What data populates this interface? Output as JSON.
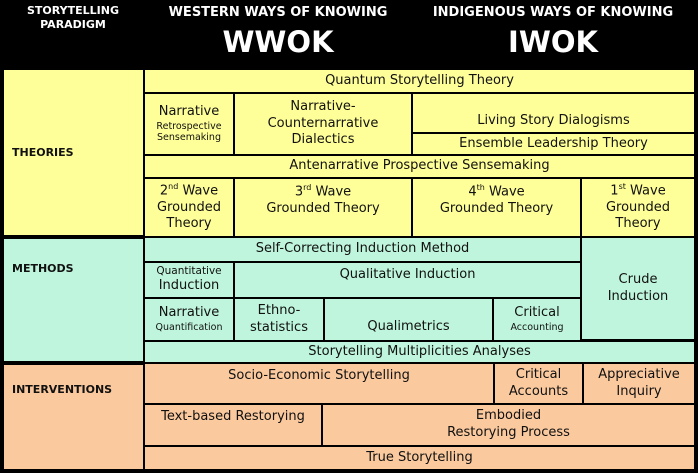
{
  "header": {
    "paradigm_line1": "STORYTELLING",
    "paradigm_line2": "PARADIGM",
    "wwok_full": "WESTERN WAYS OF KNOWING",
    "wwok_abbr": "WWOK",
    "iwok_full": "INDIGENOUS WAYS OF KNOWING",
    "iwok_abbr": "IWOK"
  },
  "rows": {
    "theories": "THEORIES",
    "methods": "METHODS",
    "interventions": "INTERVENTIONS"
  },
  "theories": {
    "quantum": "Quantum Storytelling Theory",
    "narrative_title": "Narrative",
    "narrative_sub1": "Retrospective",
    "narrative_sub2": "Sensemaking",
    "counter1": "Narrative-",
    "counter2": "Counternarrative",
    "counter3": "Dialectics",
    "living_story": "Living Story Dialogisms",
    "ensemble": "Ensemble Leadership Theory",
    "antenarrative": "Antenarrative Prospective Sensemaking",
    "wave2_num": "2",
    "wave2_sup": "nd",
    "wave2_rest": " Wave",
    "wave2_l2": "Grounded",
    "wave2_l3": "Theory",
    "wave3_num": "3",
    "wave3_sup": "rd",
    "wave3_rest": " Wave",
    "wave3_l2": "Grounded Theory",
    "wave4_num": "4",
    "wave4_sup": "th",
    "wave4_rest": " Wave",
    "wave4_l2": "Grounded Theory",
    "wave1_num": "1",
    "wave1_sup": "st",
    "wave1_rest": " Wave",
    "wave1_l2": "Grounded",
    "wave1_l3": "Theory"
  },
  "methods": {
    "self_correcting": "Self-Correcting Induction Method",
    "quant_small": "Quantitative",
    "quant_big": "Induction",
    "qualitative": "Qualitative Induction",
    "crude1": "Crude",
    "crude2": "Induction",
    "narr_q_title": "Narrative",
    "narr_q_sub": "Quantification",
    "ethno1": "Ethno-",
    "ethno2": "statistics",
    "qualimetrics": "Qualimetrics",
    "critical_title": "Critical",
    "critical_sub": "Accounting",
    "multiplicities": "Storytelling Multiplicities Analyses"
  },
  "interventions": {
    "socio": "Socio-Economic Storytelling",
    "critical1": "Critical",
    "critical2": "Accounts",
    "appreciative1": "Appreciative",
    "appreciative2": "Inquiry",
    "text_based": "Text-based Restorying",
    "embodied1": "Embodied",
    "embodied2": "Restorying Process",
    "true_storytelling": "True Storytelling"
  }
}
